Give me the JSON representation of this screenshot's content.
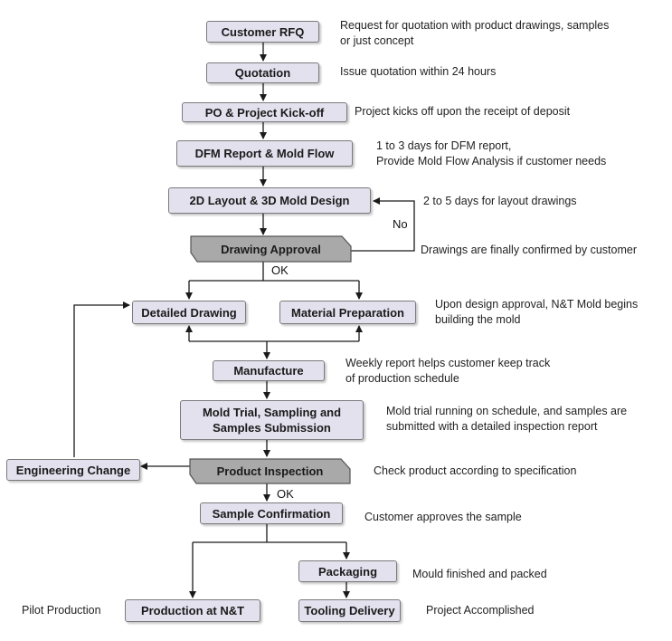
{
  "steps": {
    "rfq": "Customer RFQ",
    "quotation": "Quotation",
    "kickoff": "PO & Project Kick-off",
    "dfm": "DFM Report & Mold Flow",
    "layout": "2D Layout & 3D Mold Design",
    "approval": "Drawing Approval",
    "detailed": "Detailed Drawing",
    "material": "Material Preparation",
    "manufacture": "Manufacture",
    "trial1": "Mold Trial, Sampling and",
    "trial2": "Samples Submission",
    "engineering": "Engineering Change",
    "inspection": "Product Inspection",
    "confirmation": "Sample Confirmation",
    "packaging": "Packaging",
    "production": "Production at N&T",
    "delivery": "Tooling Delivery"
  },
  "labels": {
    "no": "No",
    "ok1": "OK",
    "ok2": "OK",
    "pilot": "Pilot Production"
  },
  "notes": {
    "rfq1": "Request for quotation with product drawings, samples",
    "rfq2": "or just concept",
    "quotation": "Issue quotation within 24 hours",
    "kickoff": "Project kicks off upon the receipt of deposit",
    "dfm1": "1 to 3 days for DFM report,",
    "dfm2": "Provide Mold Flow Analysis if customer needs",
    "layout": "2 to 5 days for layout drawings",
    "approval": "Drawings are finally confirmed by customer",
    "material1": "Upon design approval, N&T Mold begins",
    "material2": "building the mold",
    "manufacture1": "Weekly report helps customer keep track",
    "manufacture2": "of production schedule",
    "trial1": "Mold trial running on schedule, and samples are",
    "trial2": "submitted with a detailed inspection report",
    "inspection": "Check product according to specification",
    "confirmation": "Customer approves the sample",
    "packaging": "Mould finished and packed",
    "delivery": "Project Accomplished"
  },
  "colors": {
    "box_fill": "#e4e1ee",
    "decision_fill": "#a9a9a9",
    "line": "#1a1a1a"
  }
}
